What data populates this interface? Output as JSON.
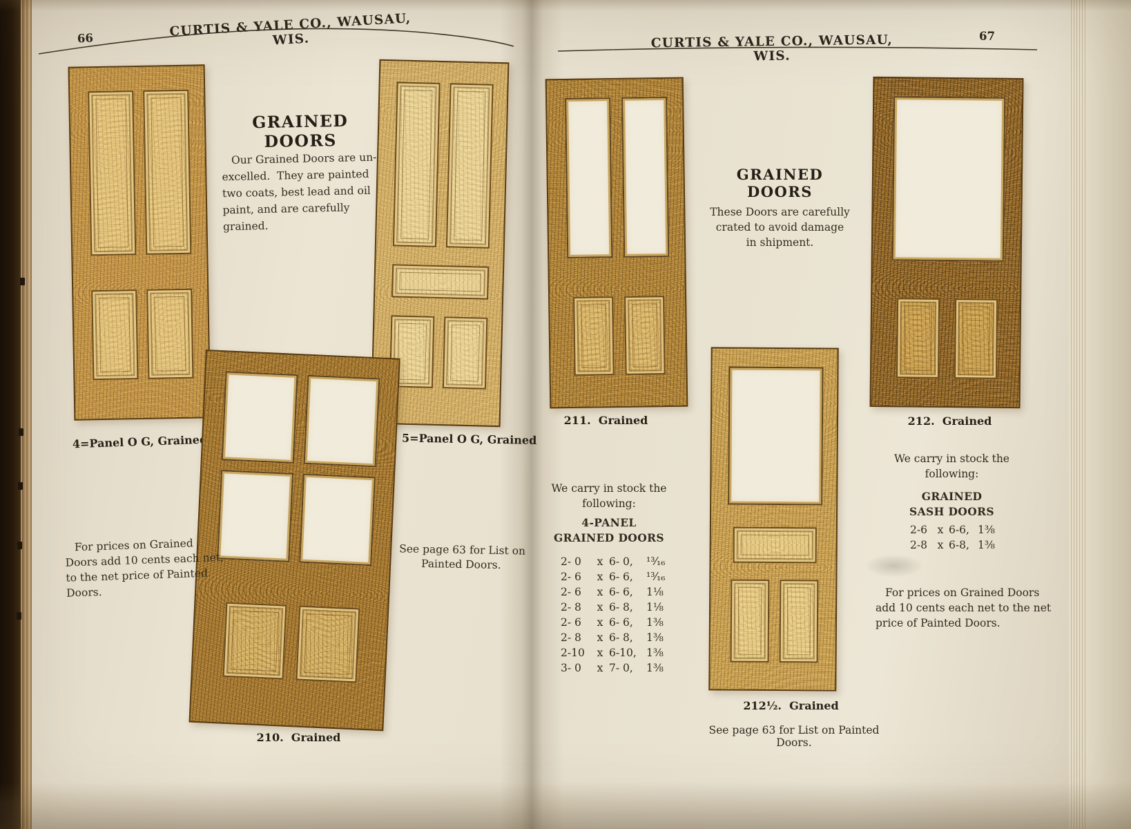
{
  "left": {
    "page_number": "66",
    "header": "CURTIS & YALE CO., WAUSAU, WIS.",
    "title": "GRAINED DOORS",
    "intro": [
      "Our Grained Doors are un-",
      "excelled.  They are painted",
      "two coats, best lead and oil",
      "paint, and are carefully",
      "grained."
    ],
    "caption_4panel": "4=Panel O G, Grained",
    "caption_5panel": "5=Panel O G, Grained",
    "caption_210": "210.  Grained",
    "price_note": [
      "For prices on Grained",
      "Doors add 10 cents each net,",
      "to the net price of Painted",
      "Doors."
    ],
    "see_note": [
      "See page 63 for List on",
      "Painted Doors."
    ]
  },
  "right": {
    "page_number": "67",
    "header": "CURTIS & YALE CO., WAUSAU, WIS.",
    "title": "GRAINED DOORS",
    "intro": [
      "These Doors are carefully",
      "crated to avoid damage",
      "in shipment."
    ],
    "caption_211": "211.  Grained",
    "caption_212": "212.  Grained",
    "caption_212half": "212½.  Grained",
    "stock_4panel": {
      "lead": [
        "We carry in stock the",
        "following:"
      ],
      "heading": [
        "4-PANEL",
        "GRAINED DOORS"
      ],
      "sep": "x",
      "rows": [
        {
          "w": "2- 0",
          "h": "6- 0,",
          "t": "¹³⁄₁₆"
        },
        {
          "w": "2- 6",
          "h": "6- 6,",
          "t": "¹³⁄₁₆"
        },
        {
          "w": "2- 6",
          "h": "6- 6,",
          "t": "1⅛"
        },
        {
          "w": "2- 8",
          "h": "6- 8,",
          "t": "1⅛"
        },
        {
          "w": "2- 6",
          "h": "6- 6,",
          "t": "1⅜"
        },
        {
          "w": "2- 8",
          "h": "6- 8,",
          "t": "1⅜"
        },
        {
          "w": "2-10",
          "h": "6-10,",
          "t": "1⅜"
        },
        {
          "w": "3- 0",
          "h": "7- 0,",
          "t": "1⅜"
        }
      ]
    },
    "stock_sash": {
      "lead": [
        "We carry in stock the",
        "following:"
      ],
      "heading": [
        "GRAINED",
        "SASH DOORS"
      ],
      "sep": "x",
      "rows": [
        {
          "w": "2-6",
          "h": "6-6,",
          "t": "1⅜"
        },
        {
          "w": "2-8",
          "h": "6-8,",
          "t": "1⅜"
        }
      ]
    },
    "price_note": [
      "For prices on Grained Doors",
      "add 10 cents each net to the net",
      "price of Painted Doors."
    ],
    "bottom_note": "See page 63 for List on Painted Doors."
  }
}
